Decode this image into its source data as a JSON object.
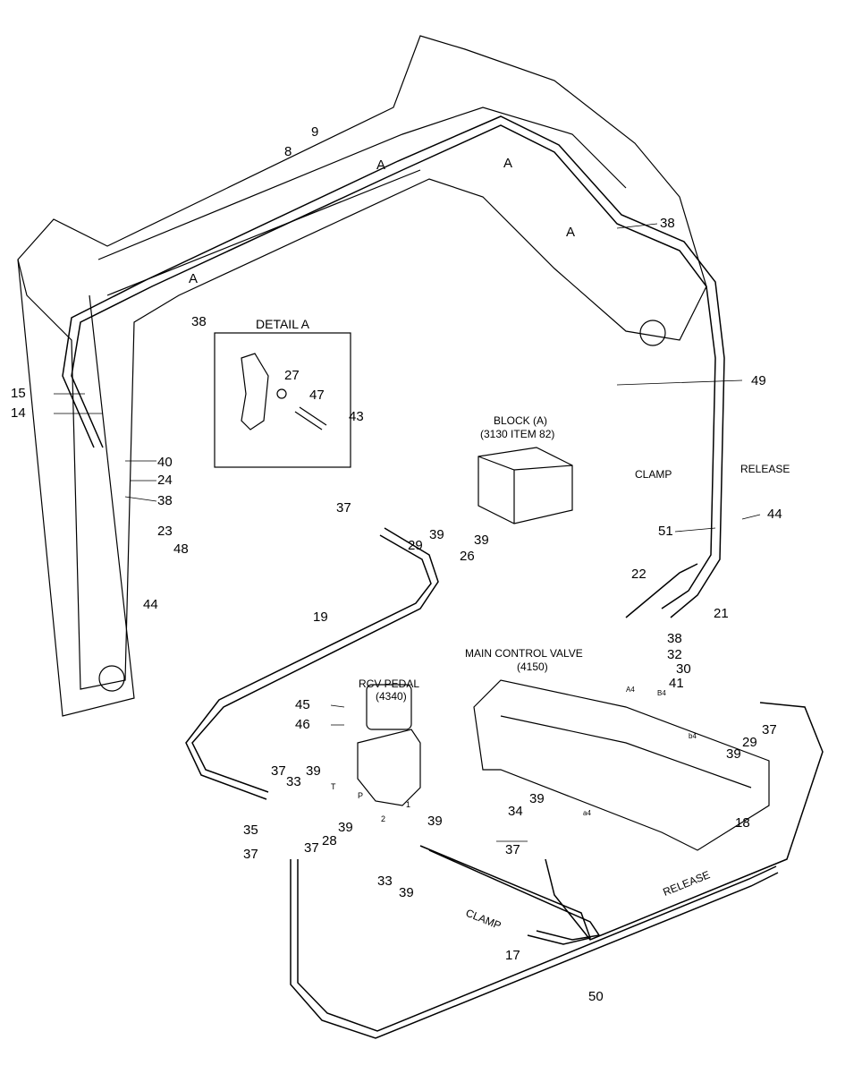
{
  "title": "Hydraulic quick clamp piping diagram",
  "detail_label": "DETAIL A",
  "block": {
    "name": "BLOCK (A)",
    "ref": "(3130 ITEM 82)"
  },
  "clamp_label": "CLAMP",
  "release_label": "RELEASE",
  "main_control_valve": {
    "name": "MAIN CONTROL VALVE",
    "ref": "(4150)"
  },
  "rcv_pedal": {
    "name": "RCV PEDAL",
    "ref": "(4340)"
  },
  "lower_release_label": "RELEASE",
  "lower_clamp_label": "CLAMP",
  "port_labels": [
    "T",
    "P",
    "1",
    "2",
    "A4",
    "B4",
    "b4",
    "a4"
  ],
  "callouts": [
    "9",
    "8",
    "A",
    "A",
    "A",
    "38",
    "A",
    "38",
    "15",
    "14",
    "40",
    "24",
    "38",
    "23",
    "48",
    "44",
    "27",
    "47",
    "43",
    "49",
    "44",
    "51",
    "22",
    "21",
    "37",
    "29",
    "39",
    "26",
    "39",
    "19",
    "45",
    "46",
    "37",
    "33",
    "39",
    "35",
    "37",
    "37",
    "28",
    "39",
    "39",
    "33",
    "39",
    "38",
    "32",
    "30",
    "41",
    "29",
    "37",
    "39",
    "39",
    "34",
    "37",
    "18",
    "17",
    "50"
  ]
}
